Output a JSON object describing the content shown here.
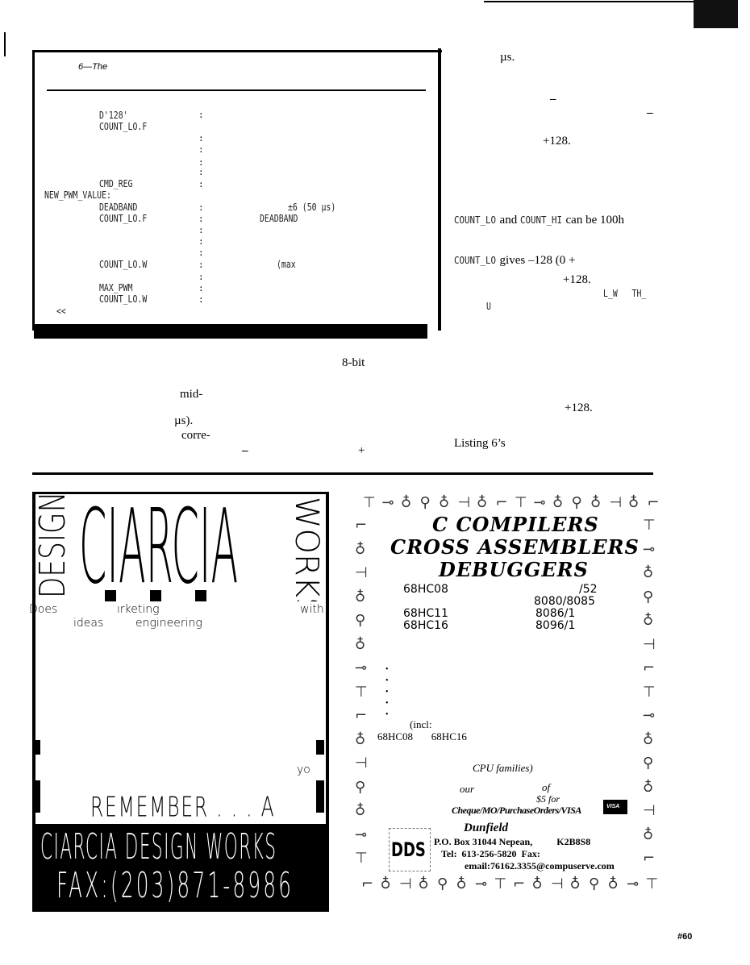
{
  "header": {
    "page_badge_color": "#111111"
  },
  "listing": {
    "caption": "6—The",
    "code_rows": [
      {
        "operand": "D'128'",
        "colon": ";"
      },
      {
        "operand": "COUNT_LO.F",
        "colon": ""
      },
      {
        "operand": "CMD_REG",
        "colon": ";"
      },
      {
        "operand": "DEADBAND",
        "colon": ";"
      },
      {
        "operand": "COUNT_LO.F",
        "colon": ";"
      },
      {
        "operand": "COUNT_LO.W",
        "colon": ";"
      },
      {
        "operand": "MAX_PWM",
        "colon": ";"
      },
      {
        "operand": "COUNT_LO.W",
        "colon": ";"
      }
    ],
    "label": "NEW_PWM_VALUE:",
    "comment_deadband": "±6 (50 µs)",
    "comment_deadband2": "DEADBAND",
    "comment_max": "(max",
    "end_marker": "<<",
    "colon": ":"
  },
  "right_column": {
    "us": "µs.",
    "dash": "–",
    "plus128": "+128.",
    "count_line_a": "COUNT_LO",
    "count_line_and": " and ",
    "count_line_b": "COUNT_HI",
    "count_line_c": " can be 100h",
    "gives_a": "COUNT_LO",
    "gives_b": " gives –128 (0 +",
    "lw": "L_W   TH_",
    "u": "U",
    "listing_ref": "Listing 6’s"
  },
  "body_text": {
    "eight_bit": "8-bit",
    "mid": "mid-",
    "us_paren": "µs).",
    "corre": "corre-",
    "dash": "–",
    "plus": "+"
  },
  "ciarcia_ad": {
    "logo_text": "CIARCIA DESIGN WORKS",
    "logo_left": "DESIGN",
    "logo_center": "CIARCIA",
    "logo_right": "WORKS",
    "line1": [
      "Does",
      "ırketing",
      "with"
    ],
    "line2": [
      "ideas",
      "engineering"
    ],
    "you": "yo",
    "remember": "REMEMBER . . . A",
    "company": "CIARCIA DESIGN WORKS",
    "fax": "FAX:(203)871-8986"
  },
  "dds_ad": {
    "headline": [
      "C COMPILERS",
      "CROSS ASSEMBLERS",
      "DEBUGGERS"
    ],
    "chips_left": [
      "68HC08",
      "68HC11",
      "68HC16"
    ],
    "chips_right": [
      "/52",
      "8080/8085",
      "8086/1",
      "8096/1"
    ],
    "bullet": "•",
    "incl": "(incl:",
    "incl_chips": "68HC08       68HC16",
    "cpu_families": "CPU families)",
    "our": "our",
    "of": "of",
    "price": "$5 for",
    "payment": "Cheque/MO/PurchaseOrders/VISA",
    "visa": "VISA",
    "logo": "DDS",
    "company": "Dunfield",
    "address": "P.O. Box 31044 Nepean,          K2B8S8",
    "tel": "Tel:  613-256-5820  Fax:",
    "email": "email:76162.3355@compuserve.com",
    "tools_top": [
      "hammer",
      "screwdriver",
      "pliers",
      "wrench",
      "pliers",
      "saw",
      "pliers",
      "drill",
      "hammer",
      "screwdriver",
      "pliers",
      "wrench",
      "pliers",
      "saw",
      "pliers",
      "drill"
    ],
    "tools_bottom": [
      "drill",
      "pliers",
      "saw",
      "pliers",
      "wrench",
      "pliers",
      "screwdriver",
      "hammer",
      "drill",
      "pliers",
      "saw",
      "pliers",
      "wrench",
      "pliers",
      "screwdriver",
      "hammer"
    ],
    "tools_left": [
      "drill",
      "pliers",
      "saw",
      "pliers",
      "wrench",
      "pliers",
      "screwdriver",
      "hammer",
      "drill",
      "pliers",
      "saw",
      "wrench",
      "pliers",
      "screwdriver",
      "hammer"
    ],
    "tools_right": [
      "hammer",
      "screwdriver",
      "pliers",
      "wrench",
      "pliers",
      "saw",
      "drill",
      "hammer",
      "screwdriver",
      "pliers",
      "wrench",
      "pliers",
      "saw",
      "pliers",
      "drill"
    ]
  },
  "footer": {
    "reader_service": "#60"
  }
}
